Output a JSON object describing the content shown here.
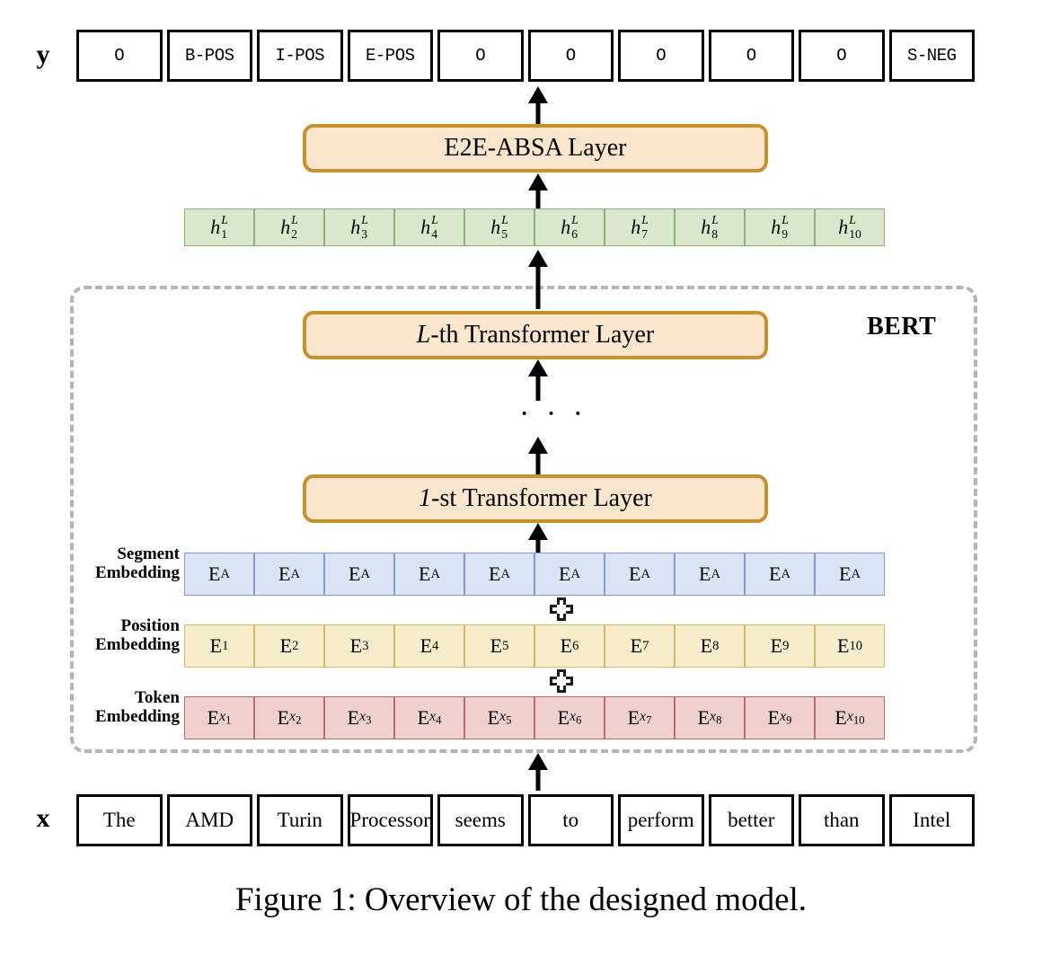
{
  "figure": {
    "caption": "Figure 1: Overview of the designed model.",
    "output_axis_label": "y",
    "input_axis_label": "x",
    "bert_label": "BERT",
    "ellipsis": "· · ·"
  },
  "output_tags": [
    "O",
    "B-POS",
    "I-POS",
    "E-POS",
    "O",
    "O",
    "O",
    "O",
    "O",
    "S-NEG"
  ],
  "input_tokens": [
    "The",
    "AMD",
    "Turin",
    "Processor",
    "seems",
    "to",
    "perform",
    "better",
    "than",
    "Intel"
  ],
  "modules": {
    "e2e_absa": "E2E-ABSA Layer",
    "top_transformer_prefix": "L",
    "top_transformer_suffix": "-th Transformer Layer",
    "bottom_transformer_prefix": "1",
    "bottom_transformer_suffix": "-st Transformer Layer"
  },
  "hidden_states": {
    "symbol": "h",
    "superscript": "L",
    "indices": [
      "1",
      "2",
      "3",
      "4",
      "5",
      "6",
      "7",
      "8",
      "9",
      "10"
    ]
  },
  "segment_embedding": {
    "label": "Segment\nEmbedding",
    "symbol": "E",
    "subscripts": [
      "A",
      "A",
      "A",
      "A",
      "A",
      "A",
      "A",
      "A",
      "A",
      "A"
    ]
  },
  "position_embedding": {
    "label": "Position\nEmbedding",
    "symbol": "E",
    "subscripts": [
      "1",
      "2",
      "3",
      "4",
      "5",
      "6",
      "7",
      "8",
      "9",
      "10"
    ]
  },
  "token_embedding": {
    "label": "Token\nEmbedding",
    "symbol": "E",
    "sub_symbol": "x",
    "sub_indices": [
      "1",
      "2",
      "3",
      "4",
      "5",
      "6",
      "7",
      "8",
      "9",
      "10"
    ]
  },
  "operators": {
    "sum_segment_position": "+",
    "sum_position_token": "+"
  },
  "colors": {
    "module_fill": "#fae5cd",
    "module_border": "#c8922b",
    "hidden_fill": "#d9e7cd",
    "hidden_border": "#8cb070",
    "segment_fill": "#dae4f5",
    "segment_border": "#7f9dd0",
    "position_fill": "#f8edca",
    "position_border": "#d4b96a",
    "token_fill": "#f0cfcf",
    "token_border": "#bf6a6a",
    "bert_dash": "#b5b5b5",
    "stroke": "#000000"
  }
}
